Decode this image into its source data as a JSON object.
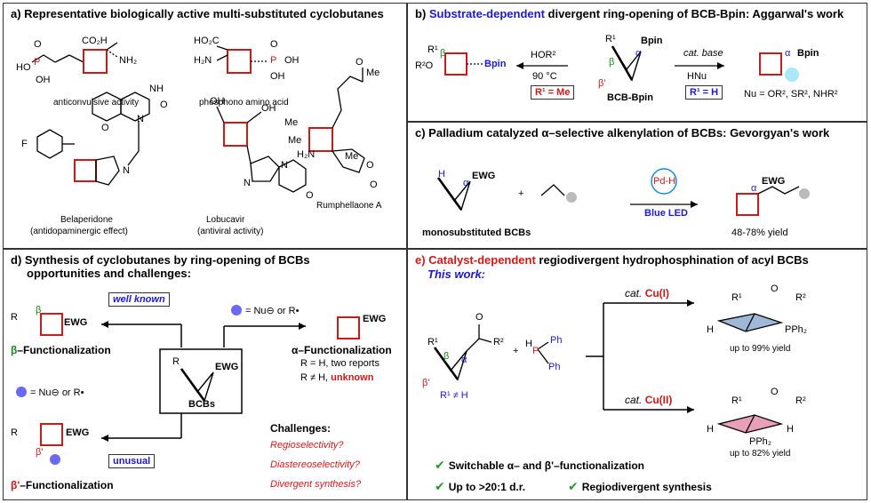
{
  "panel_a": {
    "title": "a) Representative biologically active multi-substituted cyclobutanes",
    "labels": {
      "anticonvulsive": "anticonvulsive activity",
      "phosphono": "phosphono amino acid",
      "belaperidone": "Belaperidone",
      "belaperidone_sub": "(antidopaminergic effect)",
      "lobucavir": "Lobucavir",
      "lobucavir_sub": "(antiviral activity)",
      "rumphellaone": "Rumphellaone A"
    },
    "atoms": {
      "co2h": "CO₂H",
      "nh2": "NH₂",
      "ho": "HO",
      "p": "P",
      "o": "O",
      "oh": "OH",
      "ho2c": "HO₂C",
      "h2n": "H₂N",
      "f": "F",
      "nh": "NH",
      "n": "N",
      "me": "Me",
      "h": "H"
    }
  },
  "panel_b": {
    "title_prefix": "b) ",
    "title_blue": "Substrate-dependent",
    "title_rest": " divergent ring-opening of BCB-Bpin: Aggarwal's work",
    "left_reagent": "HOR²",
    "left_cond": "90 °C",
    "left_box": "R¹ = Me",
    "center_label": "BCB-Bpin",
    "right_reagent_1": "cat. base",
    "right_reagent_2": "HNu",
    "right_box": "R¹ = H",
    "nu_text": "Nu = OR², SR², NHR²",
    "bpin": "Bpin",
    "r1": "R¹",
    "r2o": "R²O",
    "alpha": "α",
    "beta": "β",
    "beta_prime": "β'"
  },
  "panel_c": {
    "title": "c) Palladium catalyzed α–selective alkenylation of BCBs: Gevorgyan's work",
    "plus": "+",
    "catalyst": "Pd-H",
    "light": "Blue LED",
    "sub_label": "monosubstituted BCBs",
    "yield": "48-78% yield",
    "ewg": "EWG",
    "h": "H",
    "alpha": "α"
  },
  "panel_d": {
    "title_1": "d) Synthesis of cyclobutanes by ring-opening of BCBs",
    "title_2": "opportunities and challenges:",
    "well_known": "well known",
    "unusual": "unusual",
    "beta_func": "–Functionalization",
    "beta_sym": "β",
    "alpha_func": "α–Functionalization",
    "betap_sym": "β'",
    "betap_func": "–Functionalization",
    "nu_or_r": "= Nu⊖ or R•",
    "r_h": "R = H, two reports",
    "r_neq_h": "R ≠ H, ",
    "unknown": "unknown",
    "bcbs": "BCBs",
    "challenges": "Challenges:",
    "c1": "Regioselectivity?",
    "c2": "Diastereoselectivity?",
    "c3": "Divergent synthesis?",
    "ewg": "EWG",
    "r": "R"
  },
  "panel_e": {
    "title_red": "e) Catalyst-dependent",
    "title_rest": " regiodivergent hydrophosphination of acyl BCBs",
    "subtitle": "This work:",
    "cat": "cat. ",
    "cu1": "Cu(I)",
    "cu2": "Cu(II)",
    "yield1": "up to 99% yield",
    "yield2": "up to 82% yield",
    "r1_neq": "R¹ ≠ H",
    "plus": "+",
    "ph": "Ph",
    "pph2": "PPh₂",
    "check1": "Switchable α– and β'–functionalization",
    "check2": "Up to >20:1 d.r.",
    "check3": "Regiodivergent synthesis"
  },
  "colors": {
    "ring_red": "#cc1a1a",
    "green": "#1a8a1a",
    "blue": "#1a1acc",
    "pink_fill": "#e8a0b8",
    "blue_fill": "#a0b8d8",
    "dot_blue": "#6a6af0",
    "dot_cyan": "#a8e8f8",
    "dot_grey": "#bbbbbb"
  }
}
